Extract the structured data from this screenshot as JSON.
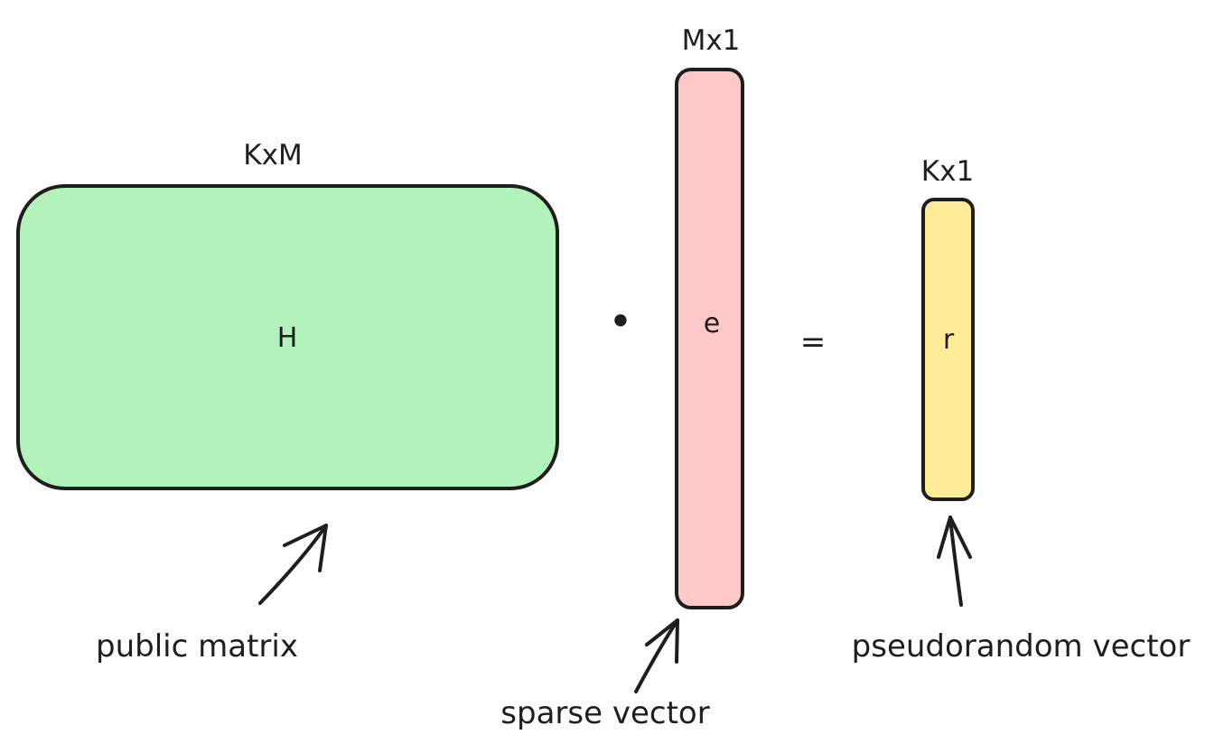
{
  "colors": {
    "matrix_fill": "#b2f2bb",
    "sparse_fill": "#ffc9c9",
    "pseudo_fill": "#ffec99",
    "stroke": "#1e1e1e"
  },
  "matrix": {
    "dimension": "KxM",
    "symbol": "H",
    "caption": "public matrix"
  },
  "sparse_vector": {
    "dimension": "Mx1",
    "symbol": "e",
    "caption": "sparse vector"
  },
  "pseudo_vector": {
    "dimension": "Kx1",
    "symbol": "r",
    "caption": "pseudorandom vector"
  },
  "operators": {
    "product": "•",
    "equals": "="
  }
}
